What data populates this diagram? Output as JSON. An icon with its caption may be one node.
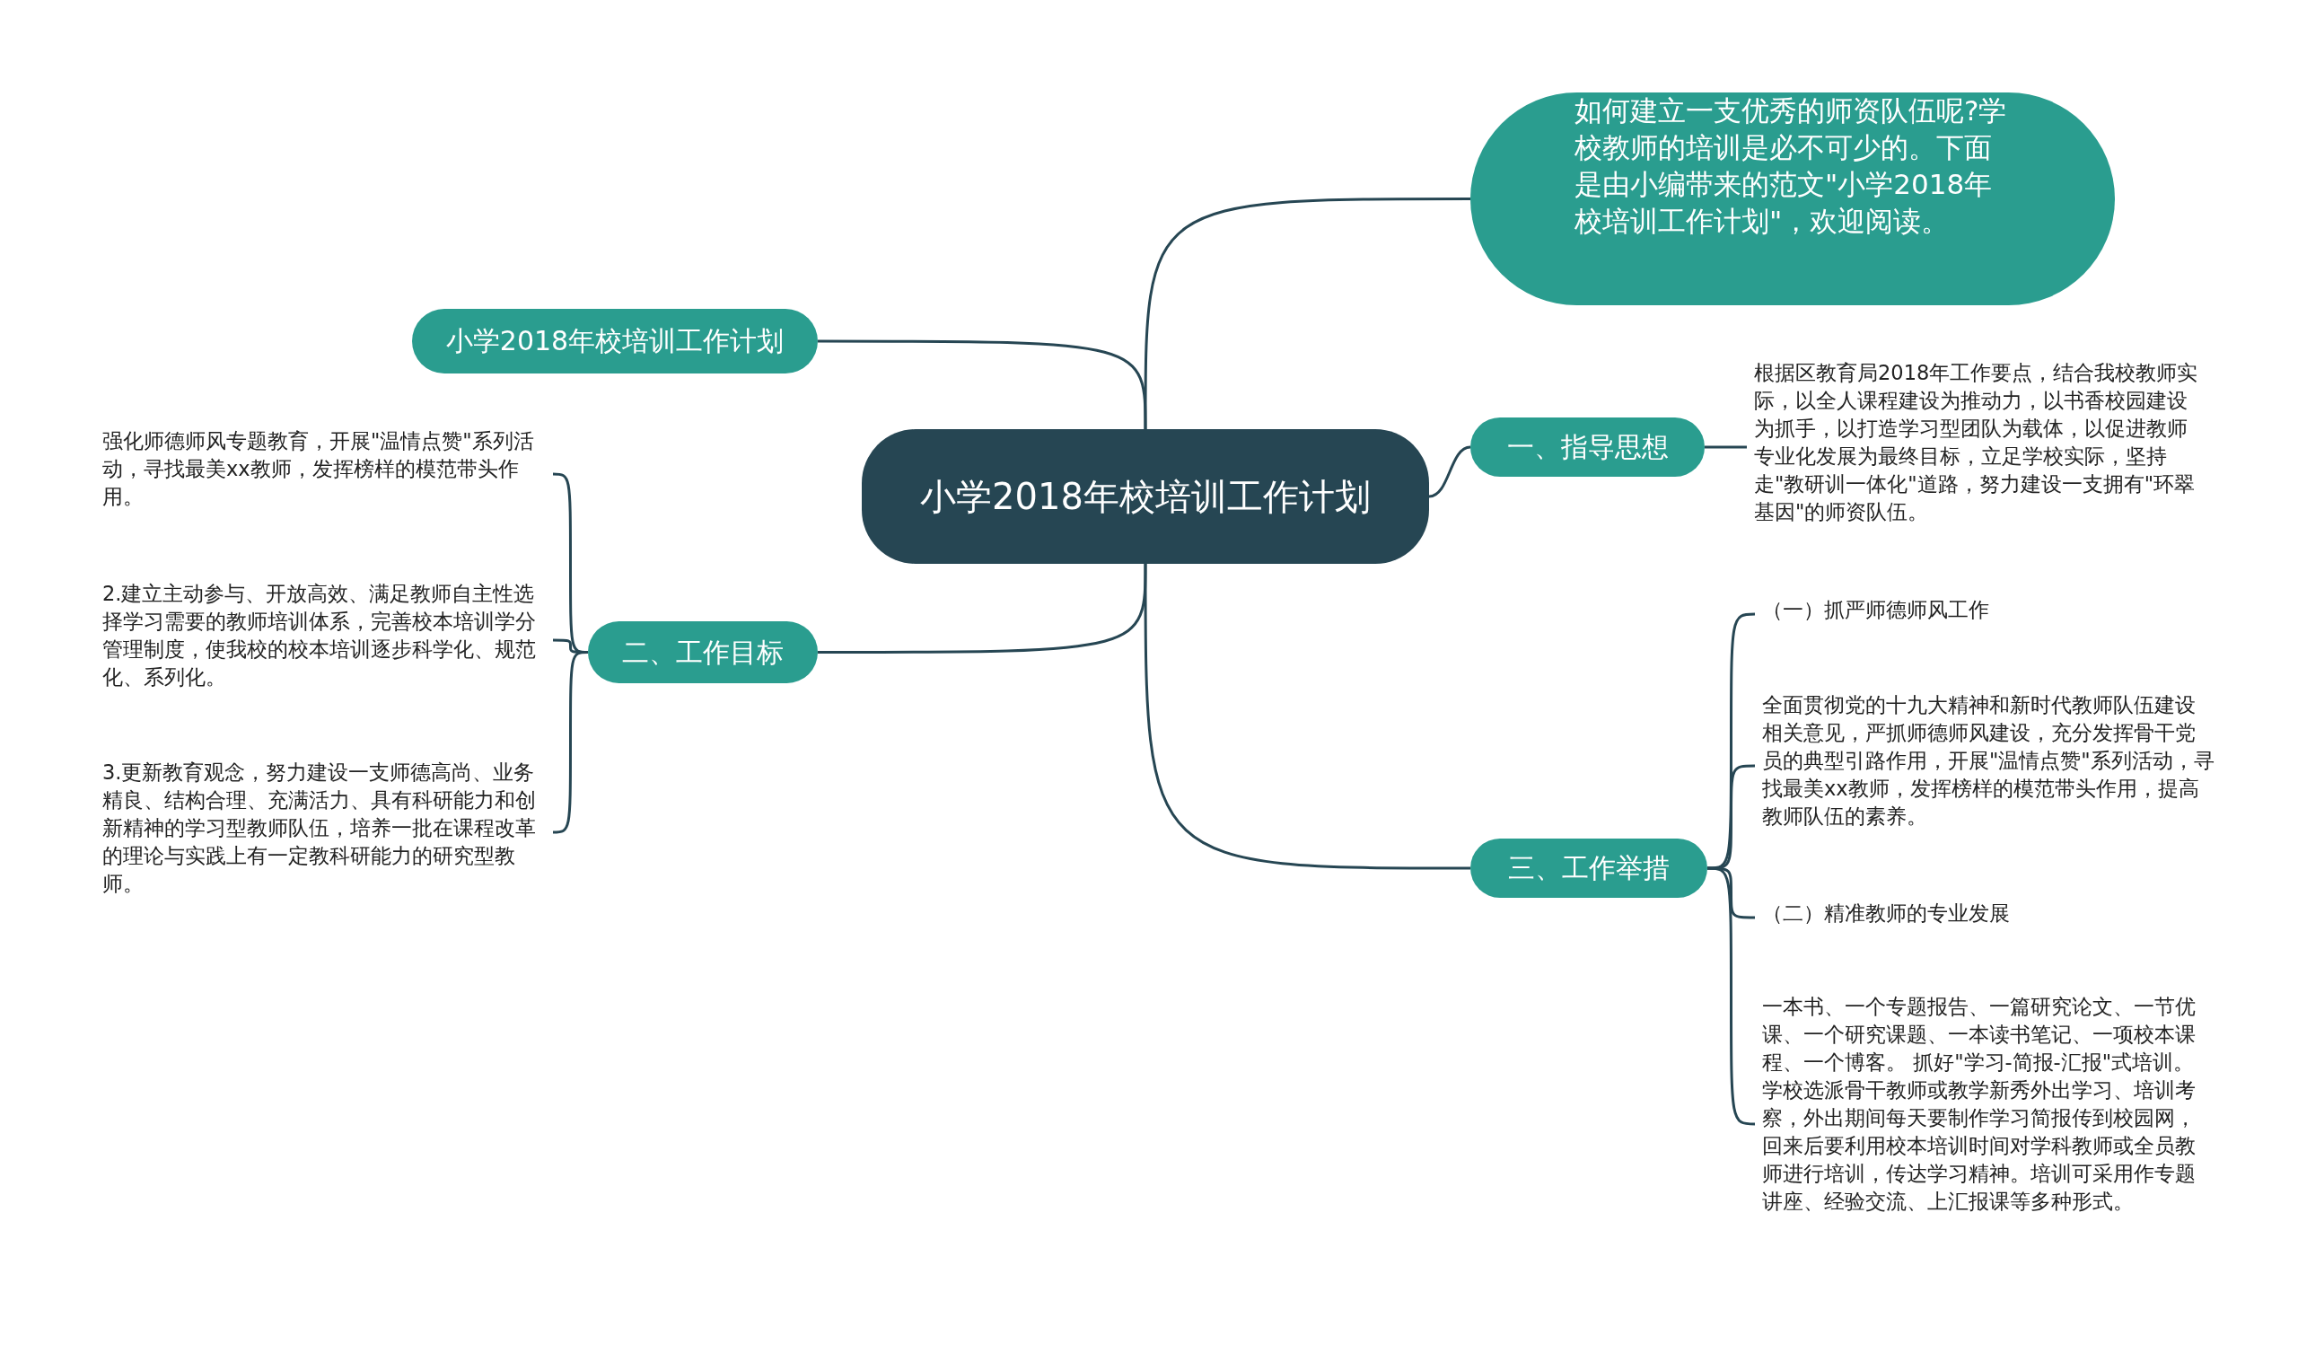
{
  "diagram": {
    "nodes": [
      {
        "text": [
          "小学2018年校培训工作计划"
        ]
      },
      {
        "text": [
          "如何建立一支优秀的师资队伍呢?学校教师的培训是必不可少的。下面是由小编带来的范文\"小学2018年校培训工作计划\"，欢迎阅读。"
        ]
      },
      {
        "text": [
          "小学2018年校培训工作计划"
        ]
      },
      {
        "text": [
          "一、指导思想"
        ]
      },
      {
        "text": [
          "根据区教育局2018年工作要点，结合我校教师实际，以全人课程建设为推动力，以书香校园建设为抓手，以打造学习型团队为载体，以促进教师专业化发展为最终目标，立足学校实际，坚持走\"教研训一体化\"道路，努力建设一支拥有\"环翠基因\"的师资队伍。"
        ]
      },
      {
        "text": [
          "二、工作目标"
        ]
      },
      {
        "text": [
          "强化师德师风专题教育，开展\"温情点赞\"系列活动，寻找最美xx教师，发挥榜样的模范带头作用。"
        ]
      },
      {
        "text": [
          "2.建立主动参与、开放高效、满足教师自主性选择学习需要的教师培训体系，完善校本培训学分管理制度，使我校的校本培训逐步科学化、规范化、系列化。"
        ]
      },
      {
        "text": [
          "3.更新教育观念，努力建设一支师德高尚、业务精良、结构合理、充满活力、具有科研能力和创新精神的学习型教师队伍，培养一批在课程改革的理论与实践上有一定教科研能力的研究型教师。"
        ]
      },
      {
        "text": [
          "三、工作举措"
        ]
      },
      {
        "text": [
          "（一）抓严师德师风工作"
        ]
      },
      {
        "text": [
          "全面贯彻党的十九大精神和新时代教师队伍建设相关意见，严抓师德师风建设，充分发挥骨干党员的典型引路作用，开展\"温情点赞\"系列活动，寻找最美xx教师，发挥榜样的模范带头作用，提高教师队伍的素养。"
        ]
      },
      {
        "text": [
          "（二）精准教师的专业发展"
        ]
      },
      {
        "text": [
          "一本书、一个专题报告、一篇研究论文、一节优课、一个研究课题、一本读书笔记、一项校本课程、一个博客。 抓好\"学习-简报-汇报\"式培训。学校选派骨干教师或教学新秀外出学习、培训考察，外出期间每天要制作学习简报传到校园网，回来后要利用校本培训时间对学科教师或全员教师进行培训，传达学习精神。培训可采用作专题讲座、经验交流、上汇报课等多种形式。"
        ]
      }
    ],
    "edges": [
      {
        "from": 0,
        "to": 1,
        "arrow": "none"
      },
      {
        "from": 0,
        "to": 2,
        "arrow": "none"
      },
      {
        "from": 0,
        "to": 3,
        "arrow": "none"
      },
      {
        "from": 3,
        "to": 4,
        "arrow": "none"
      },
      {
        "from": 0,
        "to": 5,
        "arrow": "none"
      },
      {
        "from": 5,
        "to": 6,
        "arrow": "none"
      },
      {
        "from": 5,
        "to": 7,
        "arrow": "none"
      },
      {
        "from": 5,
        "to": 8,
        "arrow": "none"
      },
      {
        "from": 0,
        "to": 9,
        "arrow": "none"
      },
      {
        "from": 9,
        "to": 10,
        "arrow": "none"
      },
      {
        "from": 9,
        "to": 11,
        "arrow": "none"
      },
      {
        "from": 9,
        "to": 12,
        "arrow": "none"
      },
      {
        "from": 9,
        "to": 13,
        "arrow": "none"
      }
    ]
  }
}
